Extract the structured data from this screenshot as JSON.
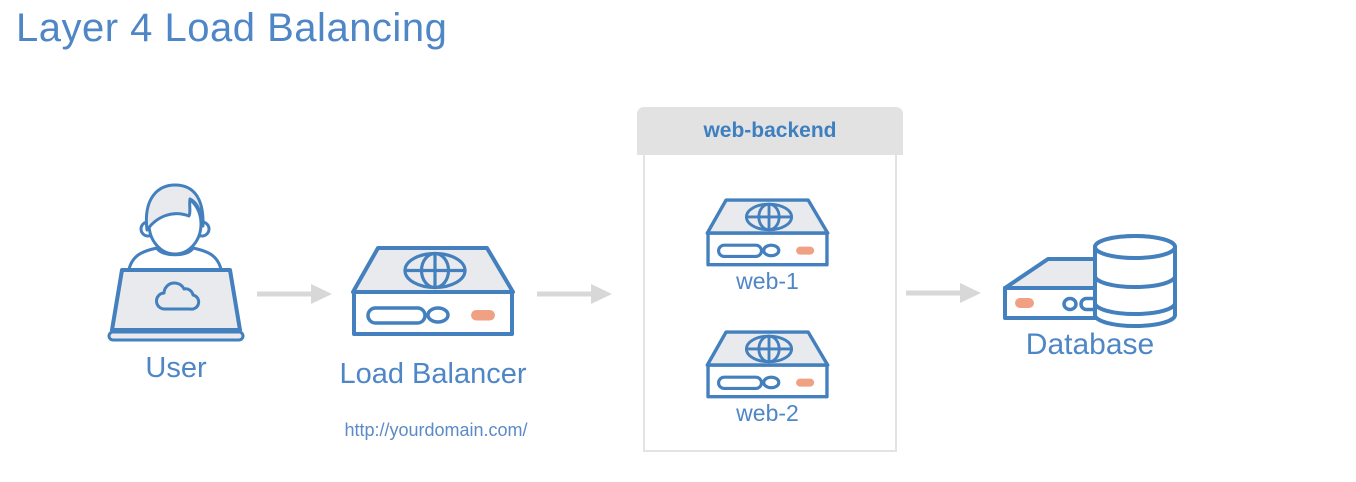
{
  "title": "Layer 4 Load Balancing",
  "colors": {
    "icon_stroke_blue": "#4380bd",
    "label_blue": "#4e86c6",
    "group_header_text_blue": "#3e7fbf",
    "icon_fill_gray": "#e8eaed",
    "orange_accent": "#f0a183",
    "arrow_gray": "#d8d8d8",
    "group_header_bg": "#e2e2e2",
    "group_border": "#e3e3e3"
  },
  "diagram": {
    "user": {
      "label": "User",
      "icon": "user-laptop-icon"
    },
    "load_balancer": {
      "label": "Load Balancer",
      "url": "http://yourdomain.com/",
      "icon": "load-balancer-server-icon"
    },
    "backend_group": {
      "label": "web-backend",
      "servers": [
        {
          "label": "web-1",
          "icon": "web-server-icon"
        },
        {
          "label": "web-2",
          "icon": "web-server-icon"
        }
      ]
    },
    "database": {
      "label": "Database",
      "icon": "database-icon"
    },
    "arrows": [
      "user-to-load-balancer",
      "load-balancer-to-backend",
      "backend-to-database"
    ]
  }
}
